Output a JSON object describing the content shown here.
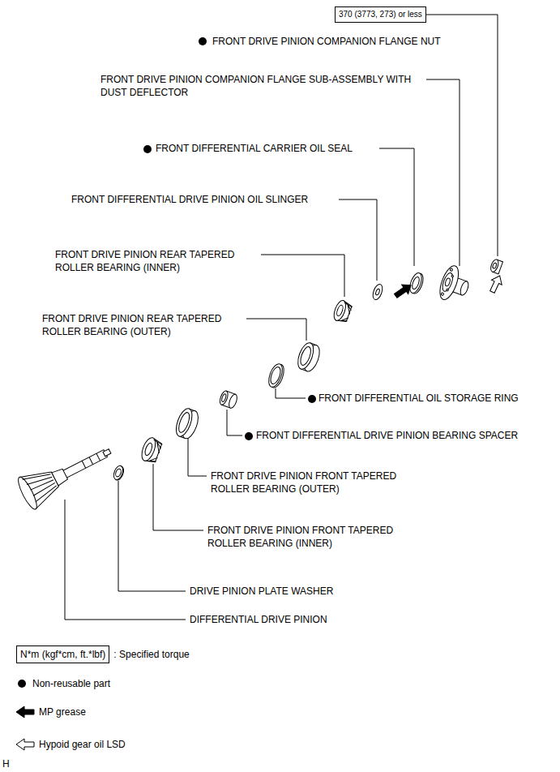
{
  "diagram": {
    "nodes": [
      {
        "text": [
          "370 (3773, 273) or less"
        ]
      },
      {
        "text": [
          "N*m (kgf*cm, ft.*lbf)"
        ]
      }
    ],
    "labels": [
      "FRONT DRIVE PINION COMPANION FLANGE NUT",
      "FRONT DRIVE PINION COMPANION FLANGE SUB-ASSEMBLY WITH DUST DEFLECTOR",
      "FRONT DIFFERENTIAL CARRIER OIL SEAL",
      "FRONT DIFFERENTIAL DRIVE PINION OIL SLINGER",
      "FRONT DRIVE PINION REAR TAPERED ROLLER BEARING (INNER)",
      "FRONT DRIVE PINION REAR TAPERED ROLLER BEARING (OUTER)",
      "FRONT DIFFERENTIAL OIL STORAGE RING",
      "FRONT DIFFERENTIAL DRIVE PINION BEARING SPACER",
      "FRONT DRIVE PINION FRONT TAPERED ROLLER BEARING (OUTER)",
      "FRONT DRIVE PINION FRONT TAPERED ROLLER BEARING (INNER)",
      "DRIVE PINION PLATE WASHER",
      "DIFFERENTIAL DRIVE PINION",
      "H"
    ],
    "legend": [
      {
        "text": ": Specified torque"
      },
      {
        "text": "Non-reusable part"
      },
      {
        "text": "MP grease"
      },
      {
        "text": "Hypoid gear oil LSD"
      }
    ]
  }
}
